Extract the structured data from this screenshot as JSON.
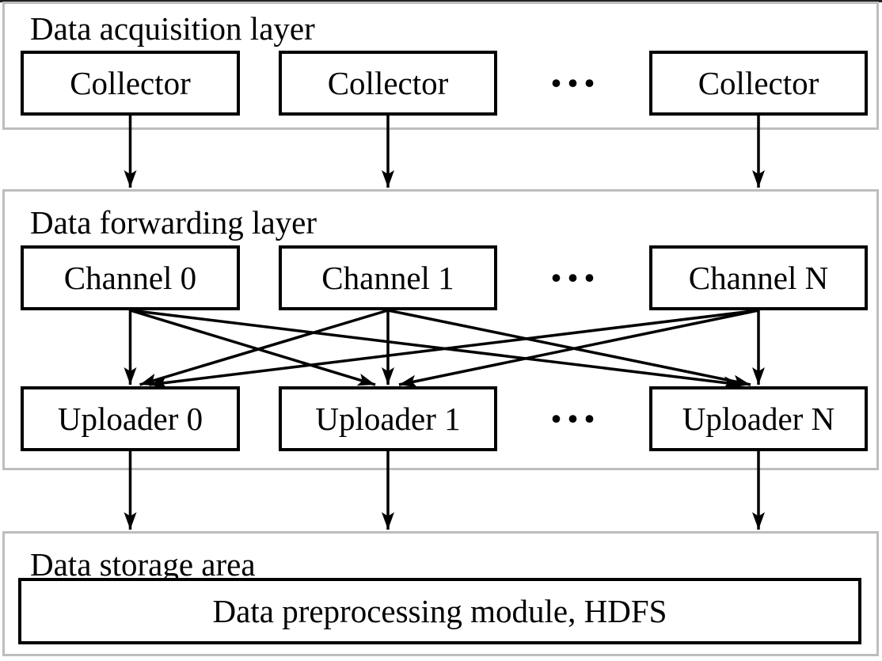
{
  "layers": [
    {
      "title": "Data acquisition layer",
      "nodes": [
        {
          "id": "collector-0",
          "label": "Collector"
        },
        {
          "id": "collector-1",
          "label": "Collector"
        },
        {
          "id": "collector-2",
          "label": "Collector"
        }
      ],
      "ellipsis": "···"
    },
    {
      "title": "Data forwarding layer",
      "channels": {
        "nodes": [
          {
            "id": "channel-0",
            "label": "Channel 0"
          },
          {
            "id": "channel-1",
            "label": "Channel 1"
          },
          {
            "id": "channel-n",
            "label": "Channel N"
          }
        ],
        "ellipsis": "···"
      },
      "uploaders": {
        "nodes": [
          {
            "id": "uploader-0",
            "label": "Uploader 0"
          },
          {
            "id": "uploader-1",
            "label": "Uploader 1"
          },
          {
            "id": "uploader-n",
            "label": "Uploader N"
          }
        ],
        "ellipsis": "···"
      }
    },
    {
      "title": "Data storage area",
      "nodes": [
        {
          "id": "storage-module",
          "label": "Data preprocessing module, HDFS"
        }
      ]
    }
  ],
  "edges": [
    {
      "from": "collector-0",
      "to": "forwarding-layer"
    },
    {
      "from": "collector-1",
      "to": "forwarding-layer"
    },
    {
      "from": "collector-2",
      "to": "forwarding-layer"
    },
    {
      "from": "channel-0",
      "to": "uploader-0"
    },
    {
      "from": "channel-0",
      "to": "uploader-1"
    },
    {
      "from": "channel-0",
      "to": "uploader-n"
    },
    {
      "from": "channel-1",
      "to": "uploader-0"
    },
    {
      "from": "channel-1",
      "to": "uploader-1"
    },
    {
      "from": "channel-1",
      "to": "uploader-n"
    },
    {
      "from": "channel-n",
      "to": "uploader-0"
    },
    {
      "from": "channel-n",
      "to": "uploader-1"
    },
    {
      "from": "channel-n",
      "to": "uploader-n"
    },
    {
      "from": "uploader-0",
      "to": "storage-area"
    },
    {
      "from": "uploader-1",
      "to": "storage-area"
    },
    {
      "from": "uploader-n",
      "to": "storage-area"
    }
  ],
  "colors": {
    "container_border": "#bdbdbd",
    "node_border": "#000000",
    "arrow": "#000000",
    "text": "#000000",
    "background": "#ffffff",
    "top_edge": "#222222"
  }
}
